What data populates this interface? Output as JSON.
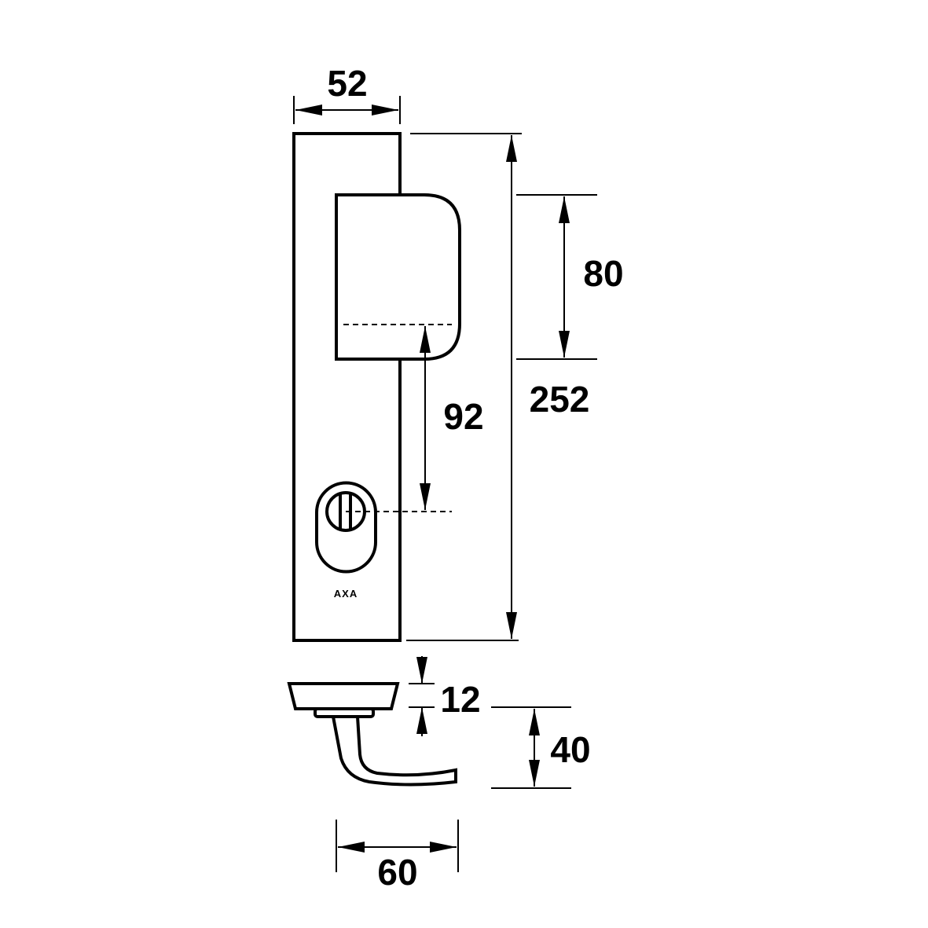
{
  "diagram": {
    "brand_label": "AXA",
    "dimensions": {
      "plate_width": "52",
      "plate_height": "252",
      "shield_height": "80",
      "center_distance": "92",
      "base_thickness": "12",
      "handle_projection": "40",
      "handle_length": "60"
    },
    "colors": {
      "line": "#000000",
      "background": "#ffffff"
    }
  }
}
